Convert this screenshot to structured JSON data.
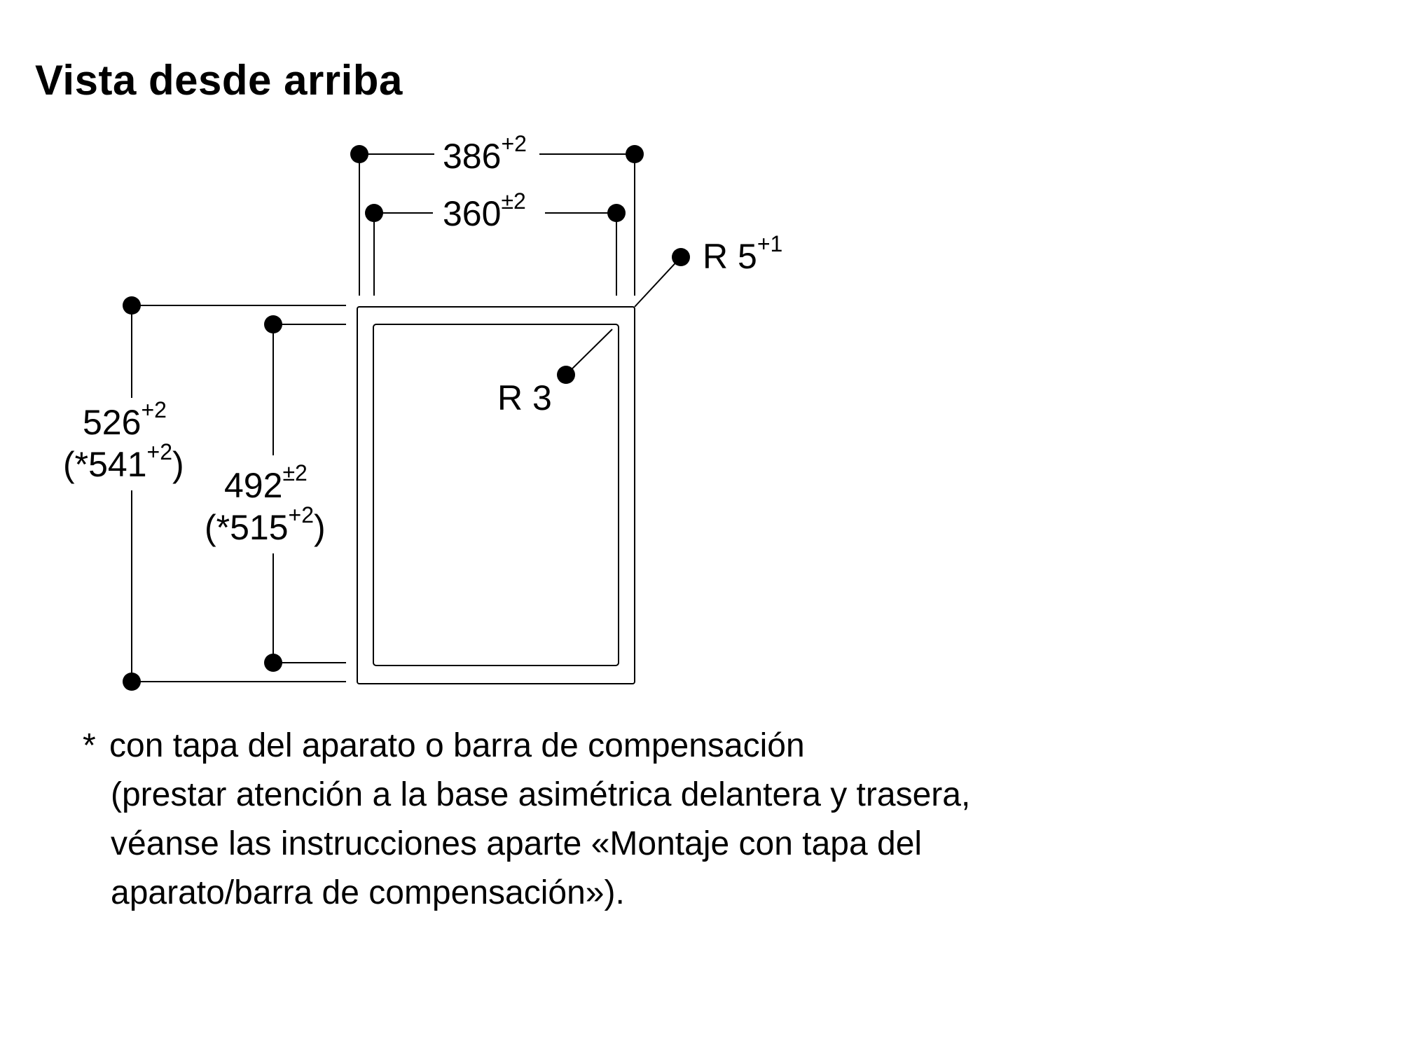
{
  "title": "Vista desde arriba",
  "dimensions": {
    "width_outer": {
      "value": "386",
      "tol": "+2"
    },
    "width_inner": {
      "value": "360",
      "tol": "±2"
    },
    "depth_outer": {
      "value": "526",
      "tol": "+2",
      "alt_open": "(*541",
      "alt_tol": "+2",
      "alt_close": ")"
    },
    "depth_inner": {
      "value": "492",
      "tol": "±2",
      "alt_open": "(*515",
      "alt_tol": "+2",
      "alt_close": ")"
    },
    "radius_outer": {
      "label": "R 5",
      "tol": "+1"
    },
    "radius_inner": {
      "label": "R 3"
    }
  },
  "footnote": {
    "mark": "*",
    "lines": [
      "con tapa del aparato o barra de compensación",
      "(prestar atención a la base asimétrica delantera y trasera,",
      "véanse las instrucciones aparte «Montaje con tapa del",
      "aparato/barra de compensación»)."
    ]
  }
}
